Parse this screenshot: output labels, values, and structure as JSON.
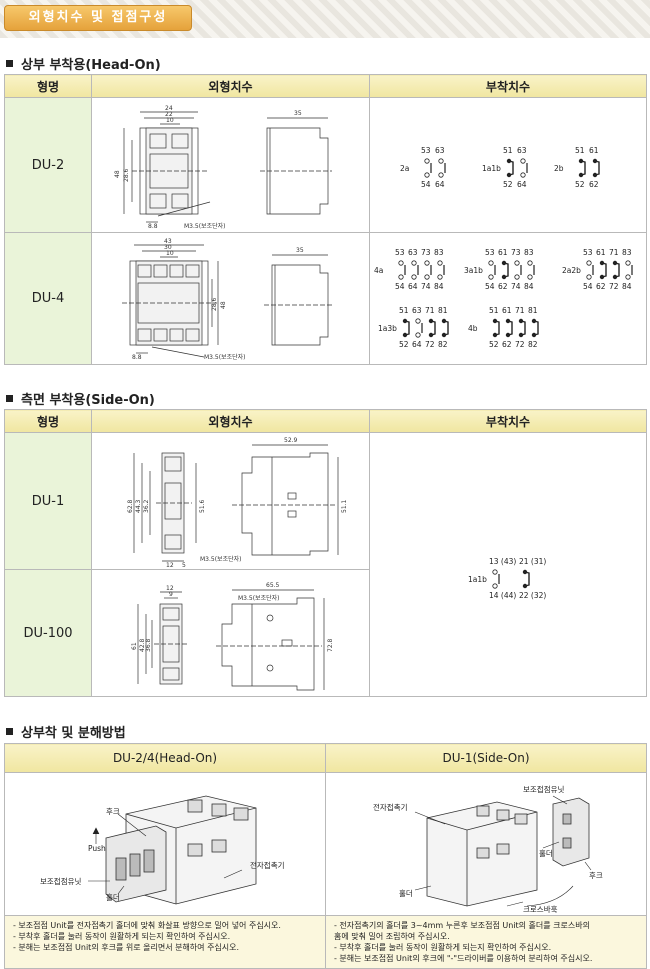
{
  "header": {
    "title": "외형치수 및 접점구성"
  },
  "section1": {
    "title": "상부 부착용(Head-On)"
  },
  "section2": {
    "title": "측면 부착용(Side-On)"
  },
  "section3": {
    "title": "상부착 및 분해방법"
  },
  "columns": {
    "model": "형명",
    "outline": "외형치수",
    "mount": "부착치수"
  },
  "models": {
    "du2": "DU-2",
    "du4": "DU-4",
    "du1": "DU-1",
    "du100": "DU-100"
  },
  "dims": {
    "du2": {
      "w24": "24",
      "w22": "22",
      "w10": "10",
      "h48": "48",
      "h28": "28.6",
      "b88": "8.8",
      "m35": "M3.5(보조단자)",
      "s35": "35"
    },
    "du4": {
      "w43": "43",
      "w30": "30",
      "w10": "10",
      "h48": "48",
      "h28": "28.6",
      "b88": "8.8",
      "m35": "M3.5(보조단자)",
      "s35": "35"
    },
    "du1": {
      "h628": "62.8",
      "h443": "44.3",
      "h362": "36.2",
      "h516": "51.6",
      "b12": "12",
      "b5": "5",
      "m35": "M3.5(보조단자)",
      "w529": "52.9",
      "h511": "51.1"
    },
    "du100": {
      "w12": "12",
      "w9": "9",
      "h61": "61",
      "h428": "42.8",
      "h368": "36.8",
      "m35": "M3.5(보조단자)",
      "w655": "65.5",
      "h728": "72.8"
    }
  },
  "contacts": {
    "du2": [
      {
        "label": "2a",
        "top": [
          "53",
          "63"
        ],
        "bottom": [
          "54",
          "64"
        ]
      },
      {
        "label": "1a1b",
        "top": [
          "51",
          "63"
        ],
        "bottom": [
          "52",
          "64"
        ]
      },
      {
        "label": "2b",
        "top": [
          "51",
          "61"
        ],
        "bottom": [
          "52",
          "62"
        ]
      }
    ],
    "du4": [
      {
        "label": "4a",
        "top": [
          "53",
          "63",
          "73",
          "83"
        ],
        "bottom": [
          "54",
          "64",
          "74",
          "84"
        ]
      },
      {
        "label": "3a1b",
        "top": [
          "53",
          "61",
          "73",
          "83"
        ],
        "bottom": [
          "54",
          "62",
          "74",
          "84"
        ]
      },
      {
        "label": "2a2b",
        "top": [
          "53",
          "61",
          "71",
          "83"
        ],
        "bottom": [
          "54",
          "62",
          "72",
          "84"
        ]
      },
      {
        "label": "1a3b",
        "top": [
          "51",
          "63",
          "71",
          "81"
        ],
        "bottom": [
          "52",
          "64",
          "72",
          "82"
        ]
      },
      {
        "label": "4b",
        "top": [
          "51",
          "61",
          "71",
          "81"
        ],
        "bottom": [
          "52",
          "62",
          "72",
          "82"
        ]
      }
    ],
    "side": {
      "label": "1a1b",
      "top": [
        "13 (43)",
        "21 (31)"
      ],
      "bottom": [
        "14 (44)",
        "22 (32)"
      ]
    }
  },
  "assembly": {
    "head": {
      "title": "DU-2/4(Head-On)",
      "labels": {
        "hook": "후크",
        "push": "Push",
        "contactor": "전자접촉기",
        "unit": "보조접점유닛",
        "holder": "홀더"
      },
      "notes": [
        "- 보조접점 Unit를 전자접촉기 홀더에 맞춰 화살표 방향으로 밀어 넣어 주십시오.",
        "- 부착후 홀더를 눌러 동작이 원활하게 되는지 확인하여 주십시오.",
        "- 분해는 보조접점 Unit의 후크를 위로 올리면서 분해하여 주십시오."
      ]
    },
    "side": {
      "title": "DU-1(Side-On)",
      "labels": {
        "unit": "보조접점유닛",
        "contactor": "전자접촉기",
        "holder1": "홀더",
        "holder2": "홀더",
        "hook": "후크",
        "spring": "크로스바훅"
      },
      "notes": [
        "- 전자접촉기의 홀더를 3~4mm 누른후 보조접점 Unit의 홀더를 크로스바의",
        "  홈에  맞춰 밀어 조립하여 주십시오.",
        "- 부착후 홀더를 눌러 동작이 원활하게 되는지 확인하여 주십시오.",
        "- 분해는 보조접점 Unit의 후크에 \"-\"드라이버를 이용하여 분리하여 주십시오."
      ]
    }
  }
}
